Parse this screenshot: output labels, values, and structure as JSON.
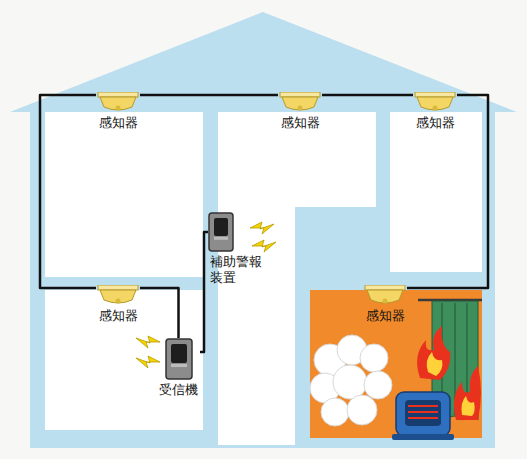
{
  "diagram": {
    "nodes": [
      {
        "text": [
          "感知器"
        ]
      },
      {
        "text": [
          "感知器"
        ]
      },
      {
        "text": [
          "感知器"
        ]
      },
      {
        "text": [
          "補助警報装置"
        ]
      },
      {
        "text": [
          "感知器"
        ]
      },
      {
        "text": [
          "感知器"
        ]
      },
      {
        "text": [
          "受信機"
        ]
      }
    ],
    "edges": [
      {
        "from": 6,
        "to": 4,
        "arrow": "none"
      },
      {
        "from": 4,
        "to": 0,
        "arrow": "none"
      },
      {
        "from": 0,
        "to": 1,
        "arrow": "none"
      },
      {
        "from": 1,
        "to": 2,
        "arrow": "none"
      },
      {
        "from": 2,
        "to": 5,
        "arrow": "none"
      },
      {
        "from": 6,
        "to": 3,
        "arrow": "none"
      }
    ]
  }
}
